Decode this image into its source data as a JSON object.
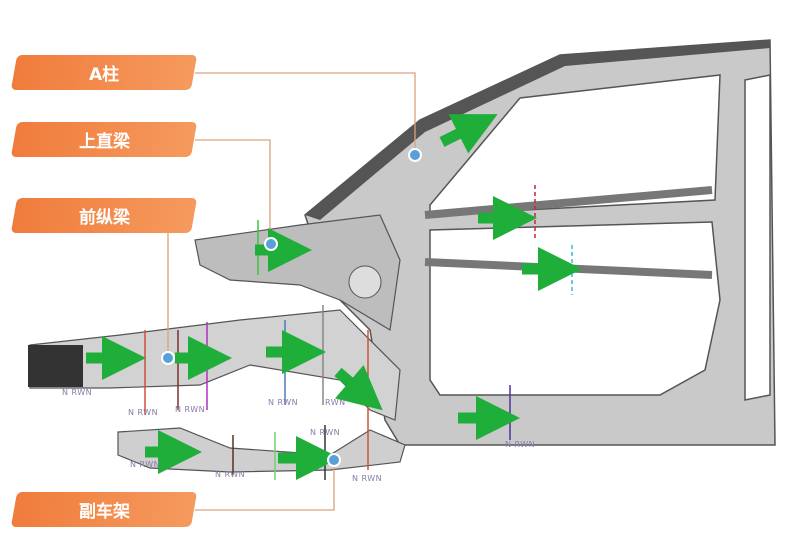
{
  "labels": {
    "a_pillar": "A柱",
    "upper_beam": "上直梁",
    "front_rail": "前纵梁",
    "subframe": "副车架"
  },
  "section_tags": [
    "N RWN",
    "N RWN",
    "N RWN",
    "N RWN",
    "RWN",
    "N RWN",
    "N RWN",
    "N RWN",
    "N RWN",
    "N RWN"
  ],
  "colors": {
    "label_bg": "#f07c3c",
    "arrow": "#1fae3a",
    "leader": "#d9a27c",
    "dot": "#5aa0d8"
  }
}
